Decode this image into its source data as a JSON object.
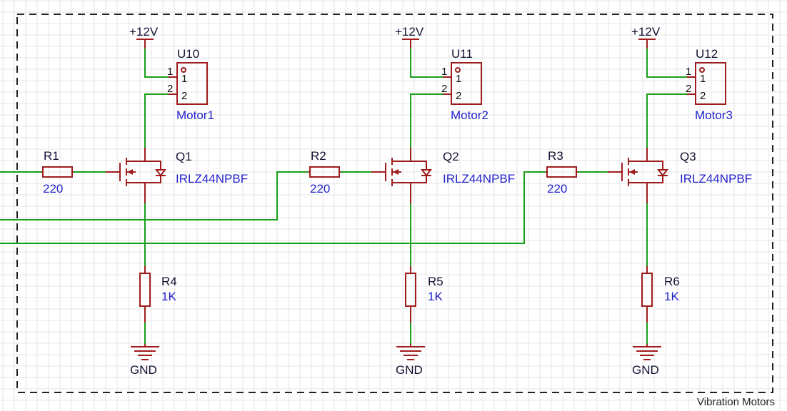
{
  "frame": {
    "title": "Vibration Motors"
  },
  "channels": [
    {
      "supply": "+12V",
      "motor": {
        "ref": "U10",
        "value": "Motor1",
        "pins": [
          "1",
          "2"
        ]
      },
      "gate_resistor": {
        "ref": "R1",
        "value": "220"
      },
      "mosfet": {
        "ref": "Q1",
        "value": "IRLZ44NPBF"
      },
      "pulldown_resistor": {
        "ref": "R4",
        "value": "1K"
      },
      "ground": "GND"
    },
    {
      "supply": "+12V",
      "motor": {
        "ref": "U11",
        "value": "Motor2",
        "pins": [
          "1",
          "2"
        ]
      },
      "gate_resistor": {
        "ref": "R2",
        "value": "220"
      },
      "mosfet": {
        "ref": "Q2",
        "value": "IRLZ44NPBF"
      },
      "pulldown_resistor": {
        "ref": "R5",
        "value": "1K"
      },
      "ground": "GND"
    },
    {
      "supply": "+12V",
      "motor": {
        "ref": "U12",
        "value": "Motor3",
        "pins": [
          "1",
          "2"
        ]
      },
      "gate_resistor": {
        "ref": "R3",
        "value": "220"
      },
      "mosfet": {
        "ref": "Q3",
        "value": "IRLZ44NPBF"
      },
      "pulldown_resistor": {
        "ref": "R6",
        "value": "1K"
      },
      "ground": "GND"
    }
  ]
}
